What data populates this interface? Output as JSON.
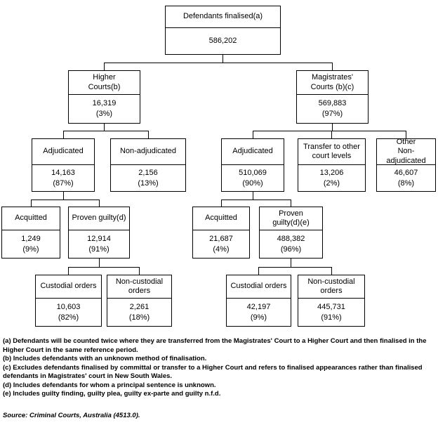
{
  "nodes": {
    "root": {
      "label": "Defendants finalised(a)",
      "value": "586,202",
      "pct": ""
    },
    "higher_courts": {
      "label": "Higher\nCourts(b)",
      "value": "16,319",
      "pct": "(3%)"
    },
    "magistrates_courts": {
      "label": "Magistrates'\nCourts (b)(c)",
      "value": "569,883",
      "pct": "(97%)"
    },
    "higher_adjudicated": {
      "label": "Adjudicated",
      "value": "14,163",
      "pct": "(87%)"
    },
    "higher_non_adjudicated": {
      "label": "Non-adjudicated",
      "value": "2,156",
      "pct": "(13%)"
    },
    "mag_adjudicated": {
      "label": "Adjudicated",
      "value": "510,069",
      "pct": "(90%)"
    },
    "mag_transfer": {
      "label": "Transfer to other\ncourt levels",
      "value": "13,206",
      "pct": "(2%)"
    },
    "mag_other_non_adjudicated": {
      "label": "Other\nNon-adjudicated",
      "value": "46,607",
      "pct": "(8%)"
    },
    "higher_acquitted": {
      "label": "Acquitted",
      "value": "1,249",
      "pct": "(9%)"
    },
    "higher_proven_guilty": {
      "label": "Proven guilty(d)",
      "value": "12,914",
      "pct": "(91%)"
    },
    "mag_acquitted": {
      "label": "Acquitted",
      "value": "21,687",
      "pct": "(4%)"
    },
    "mag_proven_guilty": {
      "label": "Proven\nguilty(d)(e)",
      "value": "488,382",
      "pct": "(96%)"
    },
    "higher_custodial": {
      "label": "Custodial orders",
      "value": "10,603",
      "pct": "(82%)"
    },
    "higher_non_custodial": {
      "label": "Non-custodial\norders",
      "value": "2,261",
      "pct": "(18%)"
    },
    "mag_custodial": {
      "label": "Custodial orders",
      "value": "42,197",
      "pct": "(9%)"
    },
    "mag_non_custodial": {
      "label": "Non-custodial\norders",
      "value": "445,731",
      "pct": "(91%)"
    }
  },
  "footnotes": [
    "(a) Defendants will be counted twice where they are transferred from the Magistrates' Court to a Higher Court and then finalised in the Higher Court in the same reference period.",
    "(b) Includes defendants with an unknown method of finalisation.",
    "(c) Excludes defendants finalised by committal or transfer to a Higher Court and refers to finalised appearances rather than finalised defendants in Magistrates' court in New South Wales.",
    "(d) Includes defendants for whom a principal sentence is unknown.",
    "(e) Includes guilty finding, guilty plea, guilty ex-parte and guilty n.f.d."
  ],
  "source": "Source: Criminal Courts, Australia (4513.0)."
}
